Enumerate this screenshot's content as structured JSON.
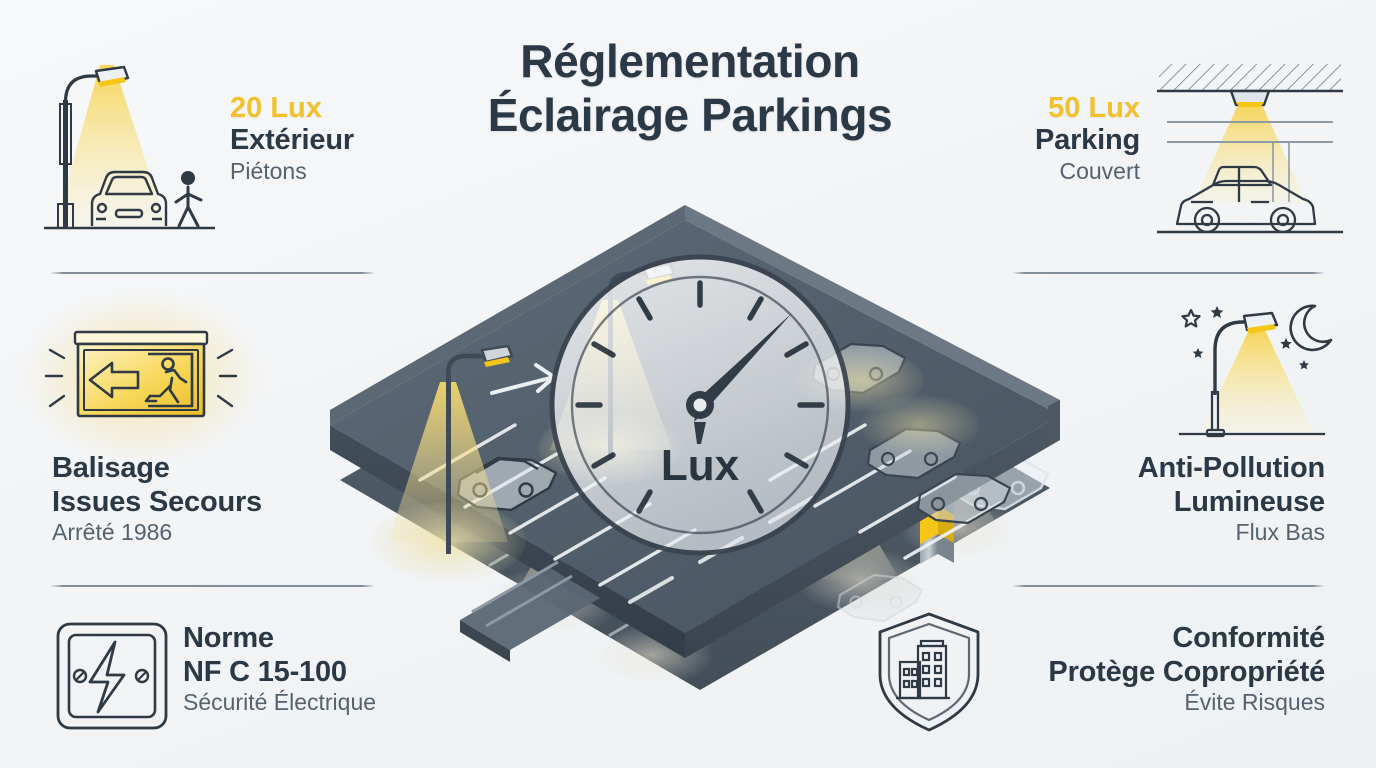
{
  "title": {
    "line1": "Réglementation",
    "line2": "Éclairage Parkings"
  },
  "colors": {
    "accent_yellow": "#F2C12E",
    "heading_navy": "#2B3947",
    "sub_gray": "#55626F",
    "background": "#F2F4F6",
    "deck_dark": "#3C4855",
    "deck_mid": "#5A6874",
    "column_yellow": "#F5C518"
  },
  "blocks": {
    "exterior": {
      "lux": "20 Lux",
      "heading": "Extérieur",
      "sub": "Piétons",
      "icon": "street-lamp-pedestrian-car-icon"
    },
    "covered": {
      "lux": "50 Lux",
      "heading": "Parking",
      "sub": "Couvert",
      "icon": "ceiling-downlight-car-icon"
    },
    "emergency": {
      "heading1": "Balisage",
      "heading2": "Issues Secours",
      "sub": "Arrêté 1986",
      "icon": "emergency-exit-sign-icon"
    },
    "pollution": {
      "heading1": "Anti-Pollution",
      "heading2": "Lumineuse",
      "sub": "Flux Bas",
      "icon": "night-street-lamp-moon-stars-icon"
    },
    "norm": {
      "heading1": "Norme",
      "heading2": "NF C 15-100",
      "sub": "Sécurité Électrique",
      "icon": "electrical-panel-bolt-icon"
    },
    "compliance": {
      "heading1": "Conformité",
      "heading2": "Protège Copropriété",
      "sub": "Évite Risques",
      "icon": "shield-buildings-icon"
    }
  },
  "center": {
    "gauge_label": "Lux",
    "illustration": "isometric-two-level-parking-garage",
    "gauge_needle_direction": "upper-right"
  }
}
